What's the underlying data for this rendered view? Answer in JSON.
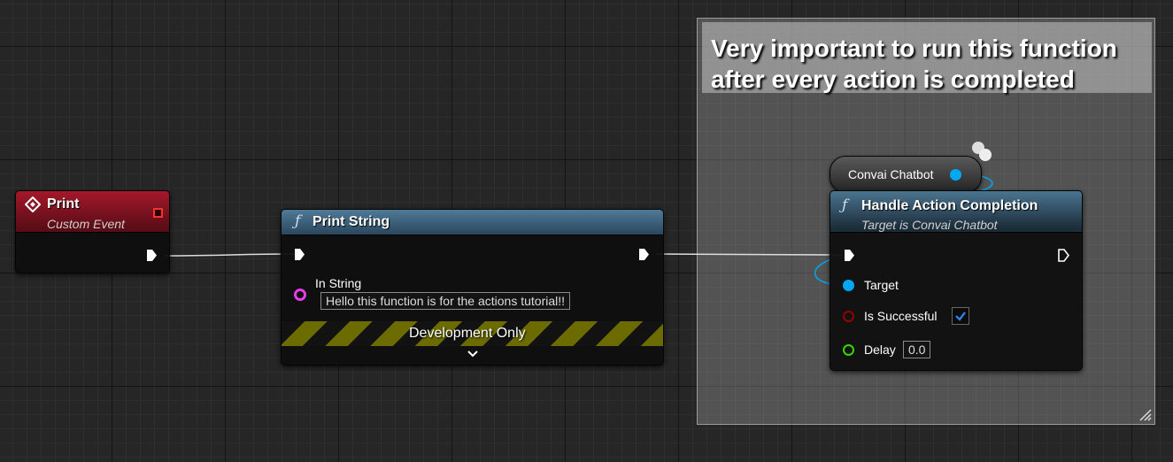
{
  "comment": {
    "text": "Very important to run this function after every action is completed"
  },
  "print_event": {
    "title": "Print",
    "subtitle": "Custom Event",
    "header_color": "#a5182a"
  },
  "print_string": {
    "title": "Print String",
    "in_string_label": "In String",
    "in_string_value": "Hello this function is for the actions tutorial!!",
    "dev_banner": "Development Only",
    "header_color": "#4b7490"
  },
  "convai_ref": {
    "label": "Convai Chatbot"
  },
  "handle_action": {
    "title": "Handle Action Completion",
    "subtitle": "Target is Convai Chatbot",
    "target_label": "Target",
    "success_label": "Is Successful",
    "success_checked": true,
    "delay_label": "Delay",
    "delay_value": "0.0"
  },
  "icons": {
    "function": "function-icon",
    "event": "event-diamond-icon",
    "delegate": "delegate-pin-icon",
    "expand": "chevron-down-icon",
    "resize": "resize-grip-icon"
  },
  "pin_colors": {
    "string": "#e33ee6",
    "object": "#00a8f3",
    "bool": "#940000",
    "float": "#38d500"
  }
}
